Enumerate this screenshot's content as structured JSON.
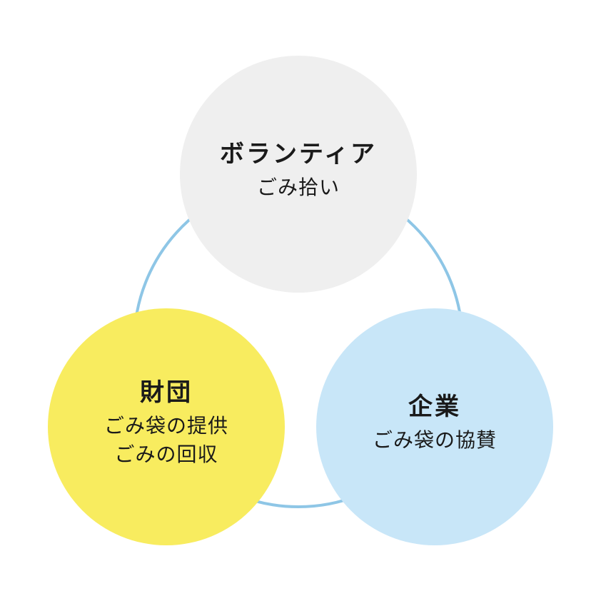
{
  "colors": {
    "ring": "#8ec6e6",
    "top_fill": "#efefef",
    "left_fill": "#f8ec5f",
    "right_fill": "#c8e6f8",
    "text": "#1a1a1a"
  },
  "nodes": {
    "top": {
      "title": "ボランティア",
      "lines": [
        "ごみ拾い"
      ]
    },
    "left": {
      "title": "財団",
      "lines": [
        "ごみ袋の提供",
        "ごみの回収"
      ]
    },
    "right": {
      "title": "企業",
      "lines": [
        "ごみ袋の協賛"
      ]
    }
  }
}
